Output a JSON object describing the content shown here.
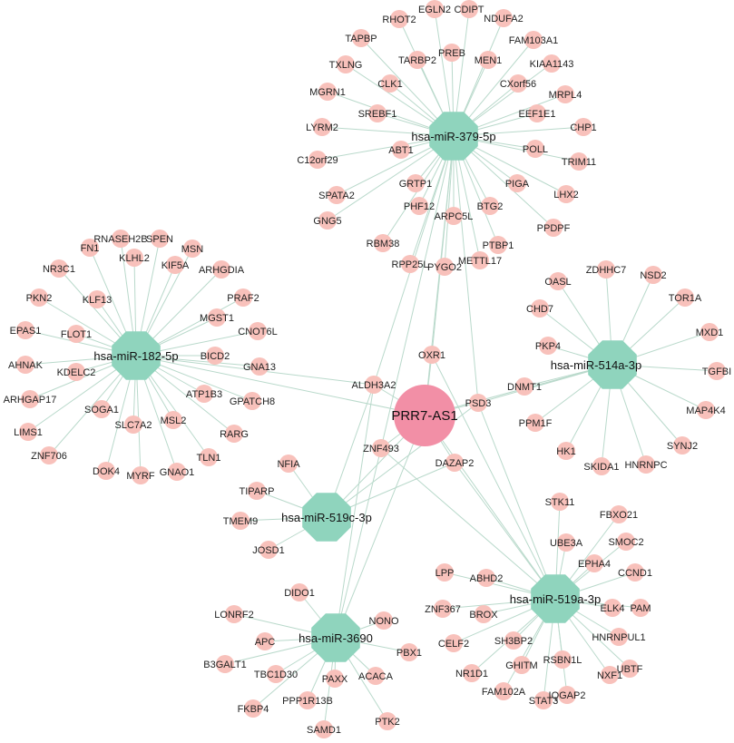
{
  "network": {
    "lncrna": {
      "id": "lnc",
      "label": "PRR7-AS1"
    },
    "mirnas": [
      {
        "id": "m379",
        "label": "hsa-miR-379-5p"
      },
      {
        "id": "m182",
        "label": "hsa-miR-182-5p"
      },
      {
        "id": "m514",
        "label": "hsa-miR-514a-3p"
      },
      {
        "id": "m519c",
        "label": "hsa-miR-519c-3p"
      },
      {
        "id": "m519a",
        "label": "hsa-miR-519a-3p"
      },
      {
        "id": "m3690",
        "label": "hsa-miR-3690"
      }
    ],
    "targets": [
      {
        "mirna": "m379",
        "genes": [
          "EGLN2",
          "CDIPT",
          "RHOT2",
          "NDUFA2",
          "TAPBP",
          "FAM103A1",
          "PREB",
          "TARBP2",
          "MEN1",
          "TXLNG",
          "KIAA1143",
          "CLK1",
          "CXorf56",
          "MGRN1",
          "MRPL4",
          "SREBF1",
          "EEF1E1",
          "LYRM2",
          "CHP1",
          "C12orf29",
          "ABT1",
          "POLL",
          "TRIM11",
          "GRTP1",
          "SPATA2",
          "PIGA",
          "PHF12",
          "LHX2",
          "BTG2",
          "GNG5",
          "ARPC5L",
          "PPDPF",
          "RBM38",
          "PTBP1",
          "RPP25L",
          "METTL17",
          "PYGO2"
        ]
      },
      {
        "mirna": "m182",
        "genes": [
          "RNASEH2B",
          "SPEN",
          "FN1",
          "MSN",
          "NR3C1",
          "KLHL2",
          "ARHGDIA",
          "KIF5A",
          "PKN2",
          "KLF13",
          "PRAF2",
          "MGST1",
          "EPAS1",
          "FLOT1",
          "CNOT6L",
          "BICD2",
          "AHNAK",
          "KDELC2",
          "GNA13",
          "ATP1B3",
          "ARHGAP17",
          "SOGA1",
          "GPATCH8",
          "MSL2",
          "SLC7A2",
          "RARG",
          "LIMS1",
          "ZNF706",
          "TLN1",
          "DOK4",
          "MYRF",
          "GNAO1"
        ]
      },
      {
        "mirna": "m514",
        "genes": [
          "ZDHHC7",
          "OASL",
          "NSD2",
          "TOR1A",
          "CHD7",
          "MXD1",
          "PKP4",
          "TGFBI",
          "DNMT1",
          "MAP4K4",
          "PPM1F",
          "SYNJ2",
          "HK1",
          "SKIDA1",
          "HNRNPC"
        ]
      },
      {
        "mirna": "m519c",
        "genes": [
          "NFIA",
          "TIPARP",
          "TMEM9",
          "JOSD1"
        ]
      },
      {
        "mirna": "m519a",
        "genes": [
          "STK11",
          "FBXO21",
          "UBE3A",
          "SMOC2",
          "EPHA4",
          "CCND1",
          "LPP",
          "ABHD2",
          "ELK4",
          "PAM",
          "ZNF367",
          "BROX",
          "HNRNPUL1",
          "UBTF",
          "CELF2",
          "SH3BP2",
          "RSBN1L",
          "NXF1",
          "GHITM",
          "NR1D1",
          "IQGAP2",
          "FAM102A",
          "STAT3"
        ]
      },
      {
        "mirna": "m3690",
        "genes": [
          "DIDO1",
          "NONO",
          "LONRF2",
          "APC",
          "PBX1",
          "B3GALT1",
          "TBC1D30",
          "ACACA",
          "PAXX",
          "FKBP4",
          "PPP1R13B",
          "PTK2",
          "SAMD1"
        ]
      },
      {
        "mirna": "lnc",
        "genes": [
          "OXR1",
          "ALDH3A2",
          "PSD3",
          "ZNF493",
          "DAZAP2"
        ]
      }
    ],
    "extra_links": [
      [
        "lnc",
        "m379"
      ],
      [
        "lnc",
        "m182"
      ],
      [
        "lnc",
        "m514"
      ],
      [
        "lnc",
        "m519c"
      ],
      [
        "lnc",
        "m519a"
      ],
      [
        "lnc",
        "m3690"
      ],
      [
        "m379",
        "ALDH3A2"
      ],
      [
        "m379",
        "ZNF493"
      ],
      [
        "m379",
        "PSD3"
      ],
      [
        "m379",
        "OXR1"
      ],
      [
        "m519c",
        "ALDH3A2"
      ],
      [
        "m519c",
        "DAZAP2"
      ],
      [
        "m519c",
        "PSD3"
      ],
      [
        "m3690",
        "ZNF493"
      ],
      [
        "m3690",
        "ALDH3A2"
      ],
      [
        "m519a",
        "OXR1"
      ],
      [
        "m519a",
        "PSD3"
      ],
      [
        "m519a",
        "ZNF493"
      ],
      [
        "m519a",
        "DAZAP2"
      ],
      [
        "m514",
        "PSD3"
      ],
      [
        "m182",
        "ALDH3A2"
      ]
    ],
    "colors": {
      "gene_node": "#f8c1bb",
      "mirna_node": "#8fd4bd",
      "lncrna_node": "#f28fa6",
      "edge": "#b9d9cb"
    }
  }
}
